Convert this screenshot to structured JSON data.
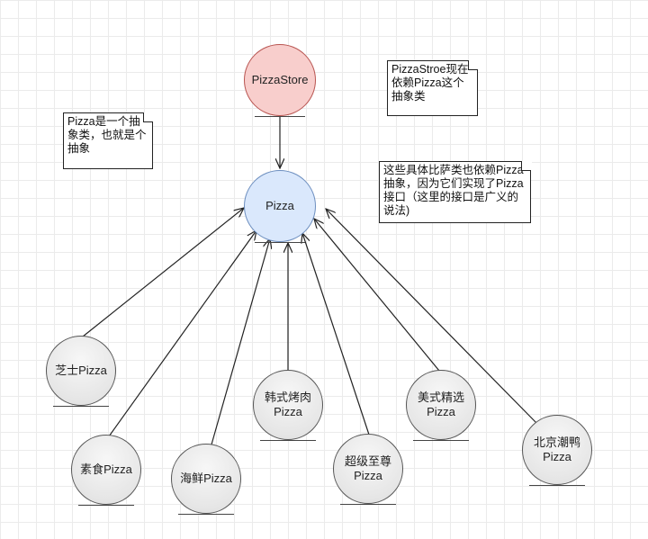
{
  "diagram": {
    "nodes": {
      "pizza_store": "PizzaStore",
      "pizza": "Pizza",
      "cheese": "芝士Pizza",
      "veggie": "素食Pizza",
      "seafood": "海鲜Pizza",
      "korean_bbq": "韩式烤肉\nPizza",
      "supreme": "超级至尊\nPizza",
      "american": "美式精选\nPizza",
      "peking_duck": "北京潮鸭\nPizza"
    },
    "notes": {
      "abstract": "Pizza是一个抽象类，也就是个抽象",
      "store_depends": "PizzaStroe现在依赖Pizza这个抽象类",
      "concrete_depend": "这些具体比萨类也依赖Pizza抽象，因为它们实现了Pizza接口（这里的接口是广义的说法)"
    },
    "colors": {
      "store_fill": "#f8cecc",
      "store_stroke": "#b85450",
      "pizza_fill": "#dae8fc",
      "pizza_stroke": "#6c8ebf",
      "concrete_stroke": "#555555",
      "edge": "#222222"
    }
  }
}
